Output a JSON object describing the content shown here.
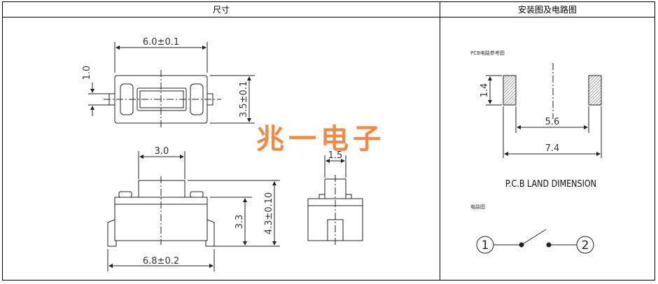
{
  "headers": {
    "left": "尺寸",
    "right": "安装图及电路图"
  },
  "dims": {
    "top_width": "6.0±0.1",
    "side_small": "1.0",
    "top_height": "3.5±0.1",
    "stem_width": "3.0",
    "body_height": "3.3",
    "total_height": "4.3±0.10",
    "bottom_width": "6.8±0.2",
    "side_stem": "1.5"
  },
  "watermark": "兆一电子",
  "pcb": {
    "caption": "PCB电路参考图",
    "pad_height": "1.4",
    "inner_span": "5.6",
    "outer_span": "7.4",
    "title": "P.C.B LAND DIMENSION"
  },
  "circuit": {
    "caption": "电路图",
    "pin1": "1",
    "pin2": "2"
  },
  "colors": {
    "line": "#222222",
    "watermark": "#f28a45",
    "hatch": "#555555"
  }
}
